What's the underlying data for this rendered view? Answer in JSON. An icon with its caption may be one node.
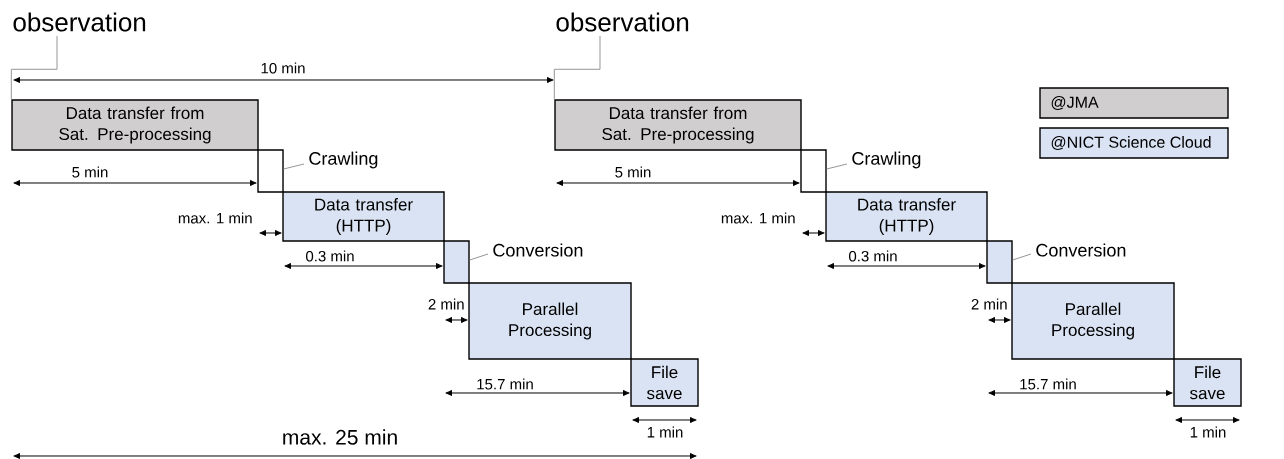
{
  "diagram": {
    "nodes": [
      {
        "text": [
          "observation"
        ]
      },
      {
        "text": [
          "Data transfer from Sat. Pre-processing"
        ]
      },
      {
        "text": [],
        "shape": "box"
      },
      {
        "text": [
          "Crawling"
        ]
      },
      {
        "text": [
          "Data transfer (HTTP)"
        ]
      },
      {
        "text": [],
        "shape": "box"
      },
      {
        "text": [
          "Conversion"
        ]
      },
      {
        "text": [
          "Parallel Processing"
        ]
      },
      {
        "text": [
          "File save"
        ]
      },
      {
        "text": [
          "observation"
        ]
      },
      {
        "text": [
          "Data transfer from Sat. Pre-processing"
        ]
      },
      {
        "text": [],
        "shape": "box"
      },
      {
        "text": [
          "Crawling"
        ]
      },
      {
        "text": [
          "Data transfer (HTTP)"
        ]
      },
      {
        "text": [],
        "shape": "box"
      },
      {
        "text": [
          "Conversion"
        ]
      },
      {
        "text": [
          "Parallel Processing"
        ]
      },
      {
        "text": [
          "File save"
        ]
      }
    ],
    "edges": [
      {
        "from": 0,
        "to": 1,
        "arrow": "none"
      },
      {
        "from": 3,
        "to": 2,
        "arrow": "none"
      },
      {
        "from": 6,
        "to": 5,
        "arrow": "none"
      },
      {
        "from": 9,
        "to": 10,
        "arrow": "none"
      },
      {
        "from": 12,
        "to": 11,
        "arrow": "none"
      },
      {
        "from": 15,
        "to": 14,
        "arrow": "none"
      }
    ],
    "labels": [
      "10 min",
      "5 min",
      "max. 1 min",
      "0.3 min",
      "2 min",
      "15.7 min",
      "1 min",
      "max. 25 min",
      "5 min",
      "max. 1 min",
      "0.3 min",
      "2 min",
      "15.7 min",
      "1 min"
    ],
    "legend": [
      {
        "text": "@JMA",
        "color": "#d0cece"
      },
      {
        "text": "@NICT Science Cloud",
        "color": "#dae3f3"
      }
    ]
  }
}
